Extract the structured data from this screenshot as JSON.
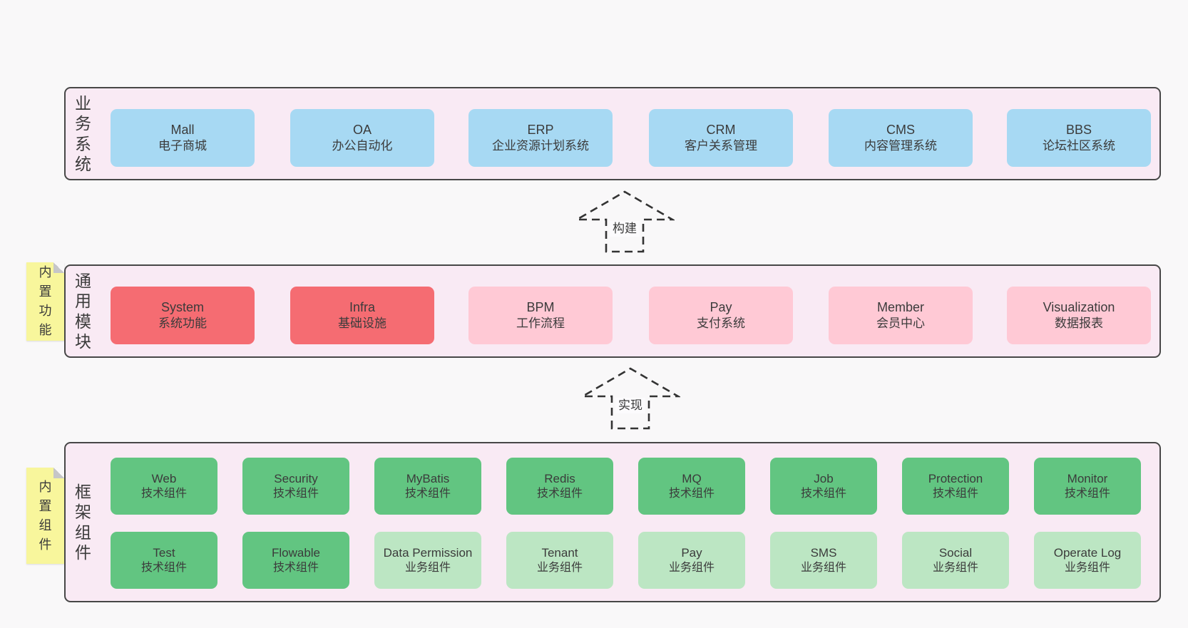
{
  "colors": {
    "page_bg": "#f9f8f9",
    "container_bg": "#f9eaf4",
    "container_border": "#474747",
    "box_blue": "#a7d9f3",
    "box_red": "#f56c72",
    "box_pink": "#ffc9d5",
    "box_green": "#62c581",
    "box_light_green": "#bce6c3",
    "sticky_yellow": "#f8f69c",
    "sticky_fold_gray": "#c6c6c8",
    "text": "#3b3b3b",
    "arrow_dash": "#333333"
  },
  "arrows": [
    {
      "label": "构建"
    },
    {
      "label": "实现"
    }
  ],
  "layers": [
    {
      "label": "业务系统",
      "boxes": [
        {
          "name": "Mall",
          "desc": "电子商城",
          "variant": "blue"
        },
        {
          "name": "OA",
          "desc": "办公自动化",
          "variant": "blue"
        },
        {
          "name": "ERP",
          "desc": "企业资源计划系统",
          "variant": "blue"
        },
        {
          "name": "CRM",
          "desc": "客户关系管理",
          "variant": "blue"
        },
        {
          "name": "CMS",
          "desc": "内容管理系统",
          "variant": "blue"
        },
        {
          "name": "BBS",
          "desc": "论坛社区系统",
          "variant": "blue"
        }
      ]
    },
    {
      "note": "内置功能",
      "label": "通用模块",
      "boxes": [
        {
          "name": "System",
          "desc": "系统功能",
          "variant": "red"
        },
        {
          "name": "Infra",
          "desc": "基础设施",
          "variant": "red"
        },
        {
          "name": "BPM",
          "desc": "工作流程",
          "variant": "pink"
        },
        {
          "name": "Pay",
          "desc": "支付系统",
          "variant": "pink"
        },
        {
          "name": "Member",
          "desc": "会员中心",
          "variant": "pink"
        },
        {
          "name": "Visualization",
          "desc": "数据报表",
          "variant": "pink"
        }
      ]
    },
    {
      "note": "内置组件",
      "label": "框架组件",
      "rows": [
        [
          {
            "name": "Web",
            "desc": "技术组件",
            "variant": "green"
          },
          {
            "name": "Security",
            "desc": "技术组件",
            "variant": "green"
          },
          {
            "name": "MyBatis",
            "desc": "技术组件",
            "variant": "green"
          },
          {
            "name": "Redis",
            "desc": "技术组件",
            "variant": "green"
          },
          {
            "name": "MQ",
            "desc": "技术组件",
            "variant": "green"
          },
          {
            "name": "Job",
            "desc": "技术组件",
            "variant": "green"
          },
          {
            "name": "Protection",
            "desc": "技术组件",
            "variant": "green"
          },
          {
            "name": "Monitor",
            "desc": "技术组件",
            "variant": "green"
          }
        ],
        [
          {
            "name": "Test",
            "desc": "技术组件",
            "variant": "green"
          },
          {
            "name": "Flowable",
            "desc": "技术组件",
            "variant": "green"
          },
          {
            "name": "Data Permission",
            "desc": "业务组件",
            "variant": "lightgreen"
          },
          {
            "name": "Tenant",
            "desc": "业务组件",
            "variant": "lightgreen"
          },
          {
            "name": "Pay",
            "desc": "业务组件",
            "variant": "lightgreen"
          },
          {
            "name": "SMS",
            "desc": "业务组件",
            "variant": "lightgreen"
          },
          {
            "name": "Social",
            "desc": "业务组件",
            "variant": "lightgreen"
          },
          {
            "name": "Operate Log",
            "desc": "业务组件",
            "variant": "lightgreen"
          }
        ]
      ]
    }
  ]
}
